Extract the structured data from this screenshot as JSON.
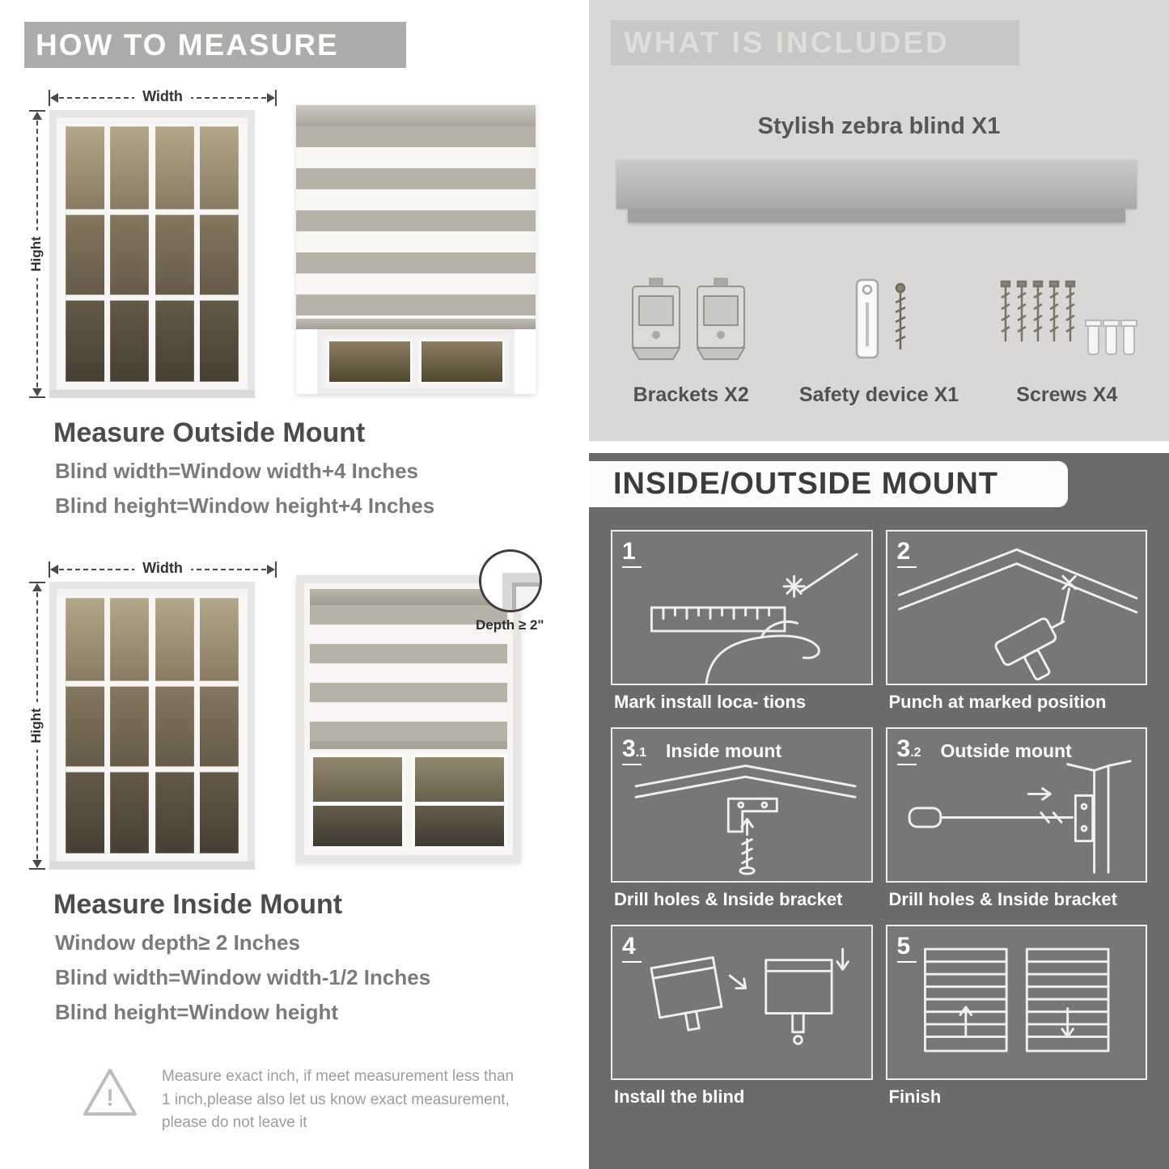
{
  "colors": {
    "left_header_bg": "#acacaa",
    "light_section_bg": "#d9d8d6",
    "dark_section_bg": "#6b6b6b",
    "heading_text": "#4c4c4c",
    "body_text": "#7b7b7b"
  },
  "left": {
    "header": "HOW TO MEASURE",
    "outside": {
      "width_label": "Width",
      "height_label": "Hight",
      "title": "Measure Outside Mount",
      "line1": "Blind width=Window width+4 Inches",
      "line2": "Blind height=Window height+4 Inches"
    },
    "inside": {
      "width_label": "Width",
      "height_label": "Hight",
      "depth_label": "Depth ≥ 2\"",
      "title": "Measure Inside Mount",
      "line1": "Window depth≥ 2 Inches",
      "line2": "Blind width=Window width-1/2 Inches",
      "line3": "Blind height=Window height"
    },
    "warning": "Measure exact inch, if meet measurement less than 1 inch,please also let us know exact measurement, please do not leave it"
  },
  "right": {
    "included": {
      "header": "WHAT IS INCLUDED",
      "product": "Stylish zebra blind X1",
      "items": [
        {
          "label": "Brackets X2"
        },
        {
          "label": "Safety device X1"
        },
        {
          "label": "Screws X4"
        }
      ]
    },
    "mount": {
      "header": "INSIDE/OUTSIDE MOUNT",
      "steps": [
        {
          "num": "1",
          "sub": "",
          "title": "",
          "caption": "Mark install loca- tions"
        },
        {
          "num": "2",
          "sub": "",
          "title": "",
          "caption": "Punch at  marked position"
        },
        {
          "num": "3",
          "sub": ".1",
          "title": "Inside mount",
          "caption": "Drill holes &  Inside bracket"
        },
        {
          "num": "3",
          "sub": ".2",
          "title": "Outside mount",
          "caption": "Drill holes &  Inside bracket"
        },
        {
          "num": "4",
          "sub": "",
          "title": "",
          "caption": "Install the blind"
        },
        {
          "num": "5",
          "sub": "",
          "title": "",
          "caption": "Finish"
        }
      ]
    }
  }
}
